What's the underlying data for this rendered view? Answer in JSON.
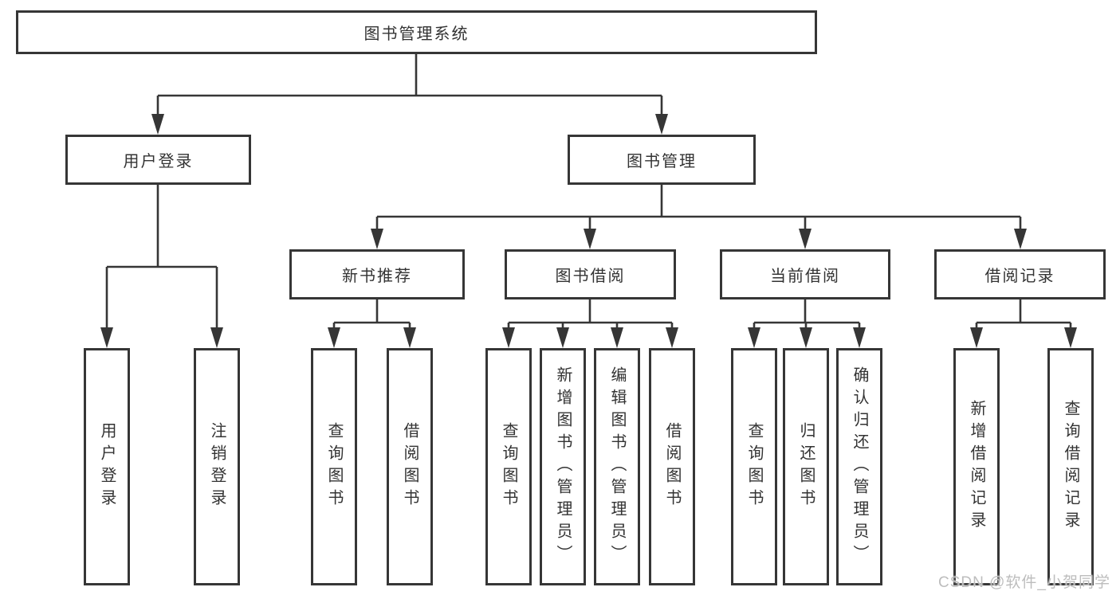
{
  "diagram": {
    "title_node": {
      "label": "图书管理系统"
    },
    "level2": [
      {
        "id": "user-login",
        "label": "用户登录"
      },
      {
        "id": "book-management",
        "label": "图书管理"
      }
    ],
    "level3": [
      {
        "id": "new-book-recommend",
        "label": "新书推荐",
        "parent": "图书管理"
      },
      {
        "id": "book-borrowing",
        "label": "图书借阅",
        "parent": "图书管理"
      },
      {
        "id": "current-borrowing",
        "label": "当前借阅",
        "parent": "图书管理"
      },
      {
        "id": "borrowing-records",
        "label": "借阅记录",
        "parent": "图书管理"
      }
    ],
    "leaves": [
      {
        "id": "user-login-leaf",
        "label": "用户登录",
        "parent": "用户登录"
      },
      {
        "id": "logout-leaf",
        "label": "注销登录",
        "parent": "用户登录"
      },
      {
        "id": "query-books-1",
        "label": "查询图书",
        "parent": "新书推荐"
      },
      {
        "id": "borrow-books-1",
        "label": "借阅图书",
        "parent": "新书推荐"
      },
      {
        "id": "query-books-2",
        "label": "查询图书",
        "parent": "图书借阅"
      },
      {
        "id": "add-books",
        "label": "新增图书（管理员）",
        "parent": "图书借阅"
      },
      {
        "id": "edit-books",
        "label": "编辑图书（管理员）",
        "parent": "图书借阅"
      },
      {
        "id": "borrow-books-2",
        "label": "借阅图书",
        "parent": "图书借阅"
      },
      {
        "id": "query-books-3",
        "label": "查询图书",
        "parent": "当前借阅"
      },
      {
        "id": "return-books",
        "label": "归还图书",
        "parent": "当前借阅"
      },
      {
        "id": "confirm-return",
        "label": "确认归还（管理员）",
        "parent": "当前借阅"
      },
      {
        "id": "add-borrow-record",
        "label": "新增借阅记录",
        "parent": "借阅记录"
      },
      {
        "id": "query-borrow-record",
        "label": "查询借阅记录",
        "parent": "借阅记录"
      }
    ]
  },
  "colors": {
    "line": "#363636",
    "text": "#333333",
    "background": "#ffffff",
    "watermark": "#bdbdbd"
  },
  "watermark": {
    "text": "CSDN @软件_小贺同学"
  }
}
